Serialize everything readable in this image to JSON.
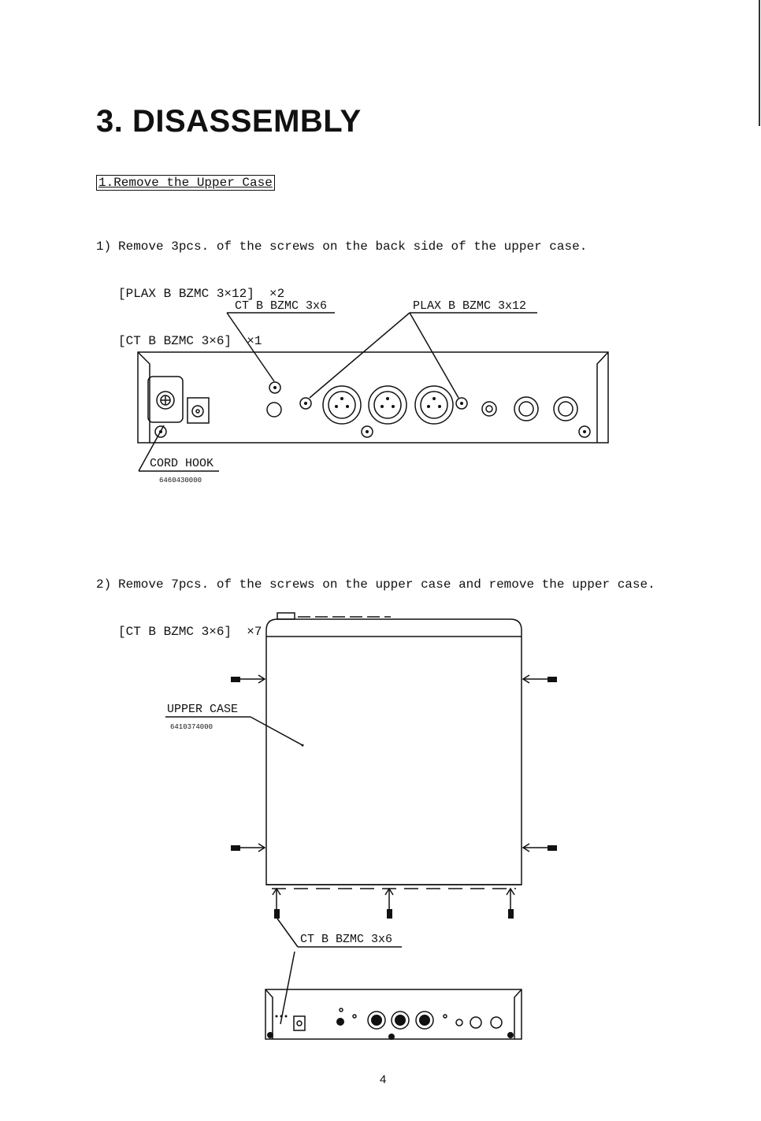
{
  "title": "3. DISASSEMBLY",
  "section_heading": "1.Remove the Upper Case",
  "steps": [
    {
      "number": "1)",
      "text": "Remove 3pcs. of the screws on the back side of the upper case.",
      "specs": [
        "[PLAX B BZMC 3×12]  ×2",
        "[CT B BZMC 3×6]  ×1"
      ]
    },
    {
      "number": "2)",
      "text": "Remove 7pcs. of the screws on the upper case and remove the upper case.",
      "specs": [
        "[CT B BZMC 3×6]  ×7"
      ]
    }
  ],
  "diagram1": {
    "label_ct": "CT B BZMC 3x6",
    "label_plax": "PLAX B BZMC 3x12",
    "label_cord_hook": "CORD HOOK",
    "part_cord_hook": "6460430000"
  },
  "diagram2": {
    "label_upper_case": "UPPER CASE",
    "part_upper_case": "6410374000",
    "label_ct": "CT B BZMC 3x6"
  },
  "page_number": "4"
}
